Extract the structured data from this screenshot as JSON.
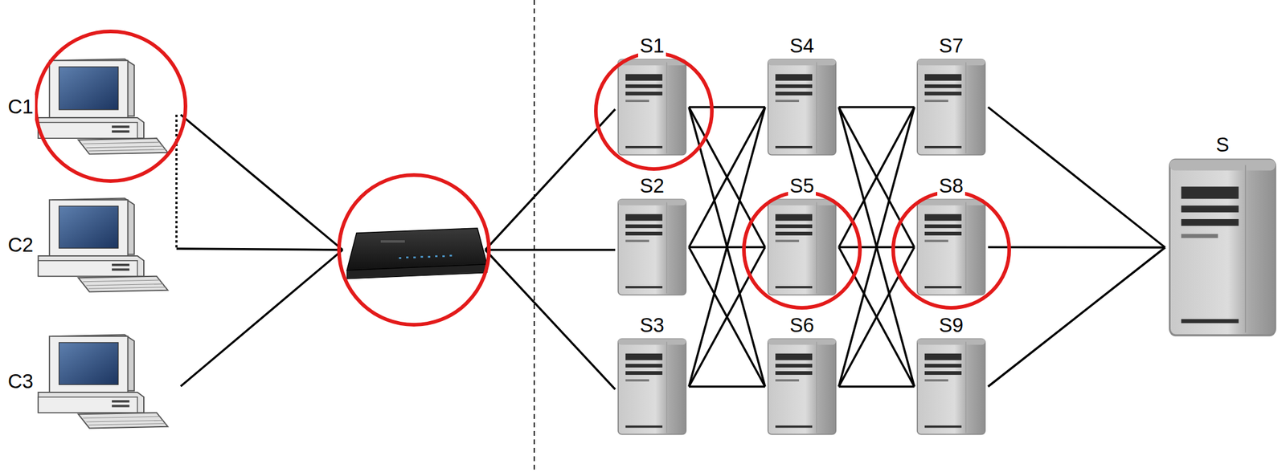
{
  "diagram": {
    "nodes": [
      {
        "text": [
          "C1"
        ]
      },
      {
        "text": [
          "C2"
        ]
      },
      {
        "text": [
          "C3"
        ]
      },
      {
        "text": [
          "S1"
        ]
      },
      {
        "text": [
          "S2"
        ]
      },
      {
        "text": [
          "S3"
        ]
      },
      {
        "text": [
          "S4"
        ]
      },
      {
        "text": [
          "S5"
        ]
      },
      {
        "text": [
          "S6"
        ]
      },
      {
        "text": [
          "S7"
        ]
      },
      {
        "text": [
          "S8"
        ]
      },
      {
        "text": [
          "S9"
        ]
      },
      {
        "text": [
          "S"
        ]
      }
    ],
    "edges": [
      {
        "from": 3,
        "to": 6,
        "arrow": "none"
      },
      {
        "from": 3,
        "to": 7,
        "arrow": "none"
      },
      {
        "from": 3,
        "to": 8,
        "arrow": "none"
      },
      {
        "from": 4,
        "to": 6,
        "arrow": "none"
      },
      {
        "from": 4,
        "to": 7,
        "arrow": "none"
      },
      {
        "from": 4,
        "to": 8,
        "arrow": "none"
      },
      {
        "from": 5,
        "to": 6,
        "arrow": "none"
      },
      {
        "from": 5,
        "to": 7,
        "arrow": "none"
      },
      {
        "from": 5,
        "to": 8,
        "arrow": "none"
      },
      {
        "from": 6,
        "to": 9,
        "arrow": "none"
      },
      {
        "from": 6,
        "to": 10,
        "arrow": "none"
      },
      {
        "from": 6,
        "to": 11,
        "arrow": "none"
      },
      {
        "from": 7,
        "to": 9,
        "arrow": "none"
      },
      {
        "from": 7,
        "to": 10,
        "arrow": "none"
      },
      {
        "from": 7,
        "to": 11,
        "arrow": "none"
      },
      {
        "from": 8,
        "to": 9,
        "arrow": "none"
      },
      {
        "from": 8,
        "to": 10,
        "arrow": "none"
      },
      {
        "from": 8,
        "to": 11,
        "arrow": "none"
      },
      {
        "from": 9,
        "to": 12,
        "arrow": "none"
      },
      {
        "from": 10,
        "to": 12,
        "arrow": "none"
      },
      {
        "from": 11,
        "to": 12,
        "arrow": "none"
      }
    ]
  }
}
